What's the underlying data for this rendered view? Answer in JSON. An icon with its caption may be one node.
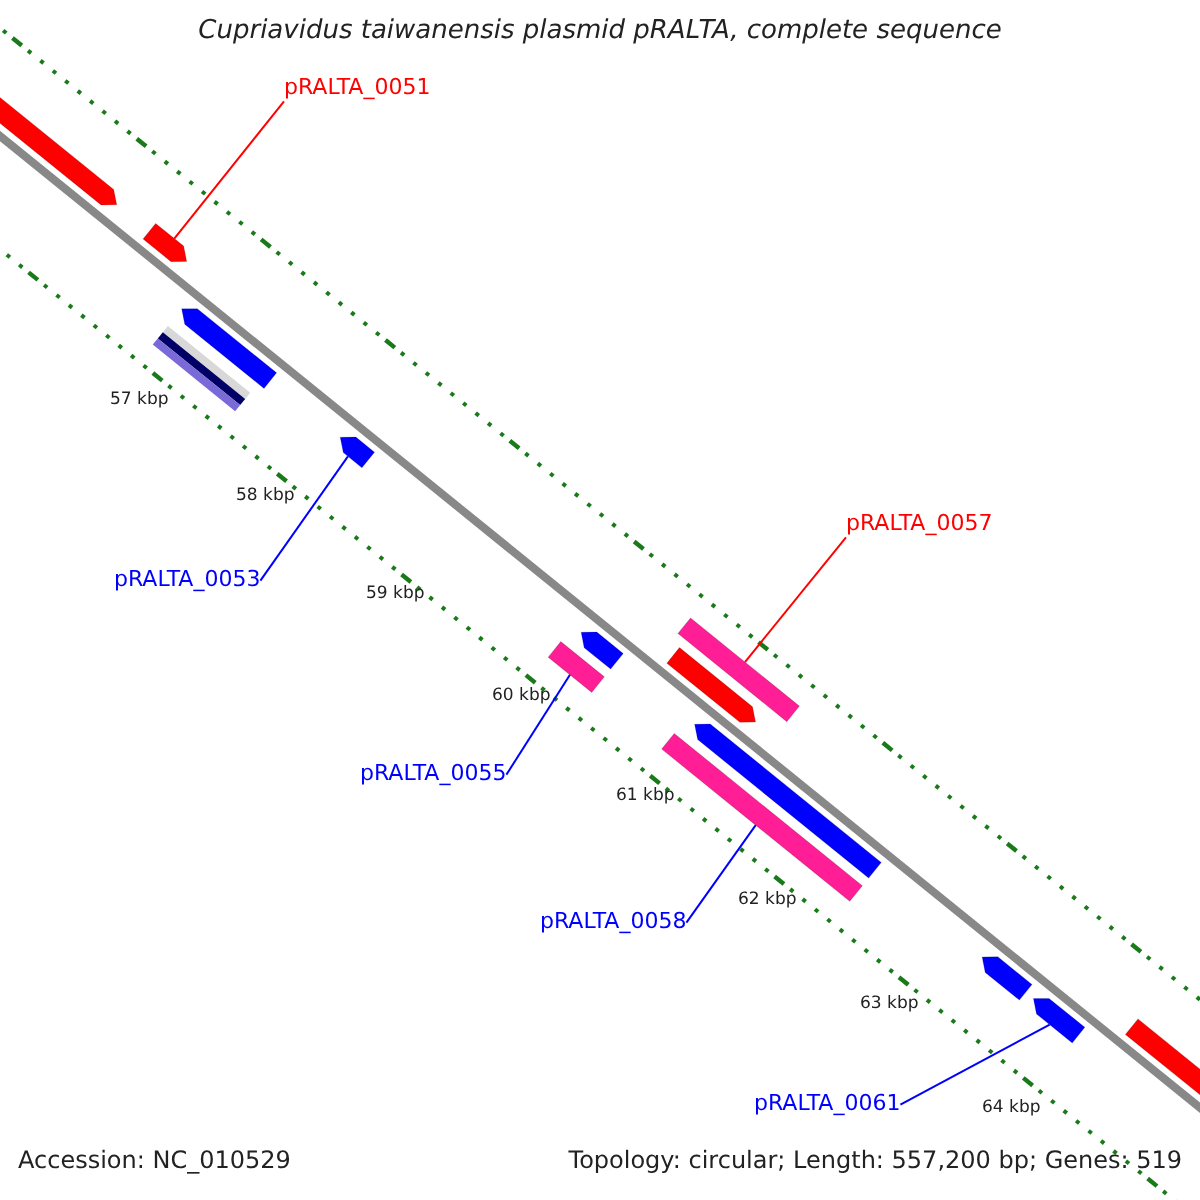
{
  "diagram": {
    "title": "Cupriavidus taiwanensis plasmid pRALTA, complete sequence",
    "nodes": [
      {
        "text": [
          "pRALTA_0051"
        ]
      },
      {
        "text": [],
        "shape": "bar"
      },
      {
        "text": [
          "pRALTA_0057"
        ]
      },
      {
        "text": [],
        "shape": "bar"
      },
      {
        "text": [
          "pRALTA_0053"
        ]
      },
      {
        "text": [],
        "shape": "bar"
      },
      {
        "text": [
          "pRALTA_0055"
        ]
      },
      {
        "text": [],
        "shape": "bar"
      },
      {
        "text": [
          "pRALTA_0058"
        ]
      },
      {
        "text": [],
        "shape": "bar"
      },
      {
        "text": [
          "pRALTA_0061"
        ]
      },
      {
        "text": [],
        "shape": "bar"
      }
    ],
    "edges": [
      {
        "from": 0,
        "to": 1,
        "arrow": "none",
        "color": "#ff0000"
      },
      {
        "from": 2,
        "to": 3,
        "arrow": "none",
        "color": "#ff0000"
      },
      {
        "from": 4,
        "to": 5,
        "arrow": "none"
      },
      {
        "from": 6,
        "to": 7,
        "arrow": "none"
      },
      {
        "from": 8,
        "to": 9,
        "arrow": "none"
      },
      {
        "from": 10,
        "to": 11,
        "arrow": "none"
      }
    ],
    "labels": [
      "57 kbp",
      "58 kbp",
      "59 kbp",
      "60 kbp",
      "61 kbp",
      "62 kbp",
      "63 kbp",
      "64 kbp",
      "Accession: NC_010529",
      "Topology: circular; Length: 557,200 bp; Genes: 519"
    ]
  }
}
